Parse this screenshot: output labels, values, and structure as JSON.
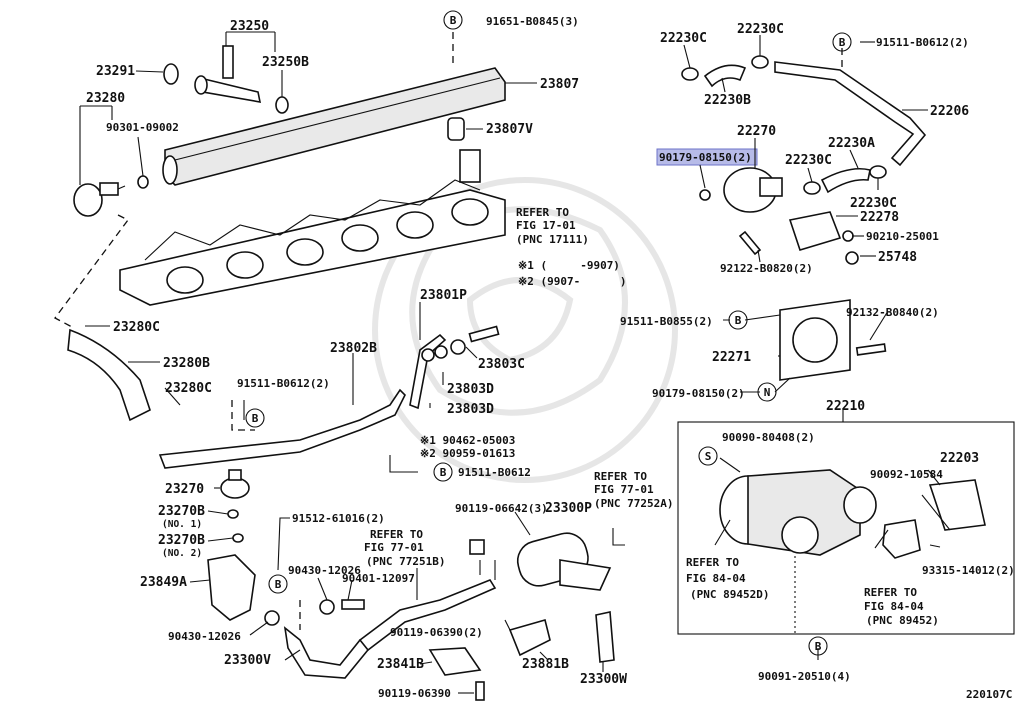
{
  "diagram": {
    "footer_code": "220107C",
    "highlight_color": "#b7bbe8",
    "labels": {
      "l23250": "23250",
      "l23291": "23291",
      "l23250b": "23250B",
      "l23280": "23280",
      "l90301": "90301-09002",
      "l91651": "91651-B0845(3)",
      "l23807": "23807",
      "l23807v": "23807V",
      "lrefer1701": "REFER TO",
      "lfig1701": "FIG 17-01",
      "lpnc17111": "(PNC 17111)",
      "lnote1": "※1 (     -9907)",
      "lnote2": "※2 (9907-      )",
      "l23280c": "23280C",
      "l23280b": "23280B",
      "l23280c2": "23280C",
      "l23801p": "23801P",
      "l23802b": "23802B",
      "l23803c": "23803C",
      "l91511b0612a": "91511-B0612(2)",
      "l23803d1": "23803D",
      "l23803d2": "23803D",
      "l90462": "※1 90462-05003",
      "l90959": "※2 90959-01613",
      "l91511b0612b": "91511-B0612",
      "l23270": "23270",
      "l23270b1": "23270B",
      "l23270b1n": "(NO. 1)",
      "l23270b2": "23270B",
      "l23270b2n": "(NO. 2)",
      "l91512": "91512-61016(2)",
      "l23849a": "23849A",
      "l90430a": "90430-12026",
      "l90430b": "90430-12026",
      "l90401": "90401-12097",
      "l23300v": "23300V",
      "lrefer7701a": "REFER TO",
      "lfig7701a": "FIG 77-01",
      "lpnc77251b": "(PNC 77251B)",
      "l90119a": "90119-06642(3)",
      "l23300p": "23300P",
      "lrefer7701b": "REFER TO",
      "lfig7701b": "FIG 77-01",
      "lpnc77252a": "(PNC 77252A)",
      "l90119b": "90119-06390(2)",
      "l23881b": "23881B",
      "l23841b": "23841B",
      "l90119c": "90119-06390",
      "l23300w": "23300W",
      "l22230c1": "22230C",
      "l22230c2": "22230C",
      "l91511b0612c": "91511-B0612(2)",
      "l22230b": "22230B",
      "l22206": "22206",
      "l22270": "22270",
      "l90179a": "90179-08150(2)",
      "l22230a": "22230A",
      "l22230c3": "22230C",
      "l22230c4": "22230C",
      "l22278": "22278",
      "l90210": "90210-25001",
      "l25748": "25748",
      "l92122": "92122-B0820(2)",
      "l91511b0855": "91511-B0855(2)",
      "l92132": "92132-B0840(2)",
      "l22271": "22271",
      "l90179b": "90179-08150(2)",
      "l22210": "22210",
      "l90090": "90090-80408(2)",
      "l22203": "22203",
      "l90092": "90092-10584",
      "l93315": "93315-14012(2)",
      "lrefer8404a": "REFER TO",
      "lfig8404a": "FIG 84-04",
      "lpnc89452d": "(PNC 89452D)",
      "lrefer8404b": "REFER TO",
      "lfig8404b": "FIG 84-04",
      "lpnc89452": "(PNC 89452)",
      "l90091": "90091-20510(4)",
      "cB": "B",
      "cN": "N",
      "cS": "S"
    }
  }
}
